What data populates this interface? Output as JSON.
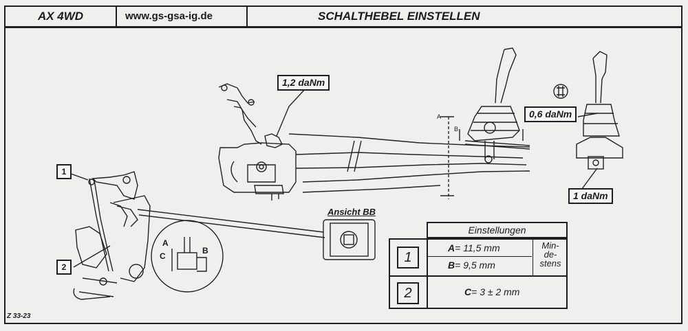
{
  "header": {
    "model": "AX 4WD",
    "website": "www.gs-gsa-ig.de",
    "title": "SCHALTHEBEL EINSTELLEN"
  },
  "callouts": {
    "torque_main": "1,2 daNm",
    "torque_lever_top": "0,6 daNm",
    "torque_lever_bottom": "1 daNm"
  },
  "labels": {
    "item_1": "1",
    "item_2": "2",
    "ansicht": "Ansicht BB",
    "detail_A": "A",
    "detail_B": "B",
    "detail_C": "C",
    "section_A": "A",
    "section_B": "B",
    "figure_code": "Z 33-23"
  },
  "settings_table": {
    "heading": "Einstellungen",
    "rows": [
      {
        "number": "1",
        "line1_key": "A",
        "line1_val": "= 11,5 mm",
        "line2_key": "B",
        "line2_val": "=  9,5 mm",
        "note": "Min-de-stens"
      },
      {
        "number": "2",
        "line1_key": "C",
        "line1_val": "= 3 ± 2 mm"
      }
    ],
    "note_lines": [
      "Min-",
      "de-",
      "stens"
    ]
  },
  "colors": {
    "ink": "#1e1e22",
    "paper": "#f1eeee"
  }
}
